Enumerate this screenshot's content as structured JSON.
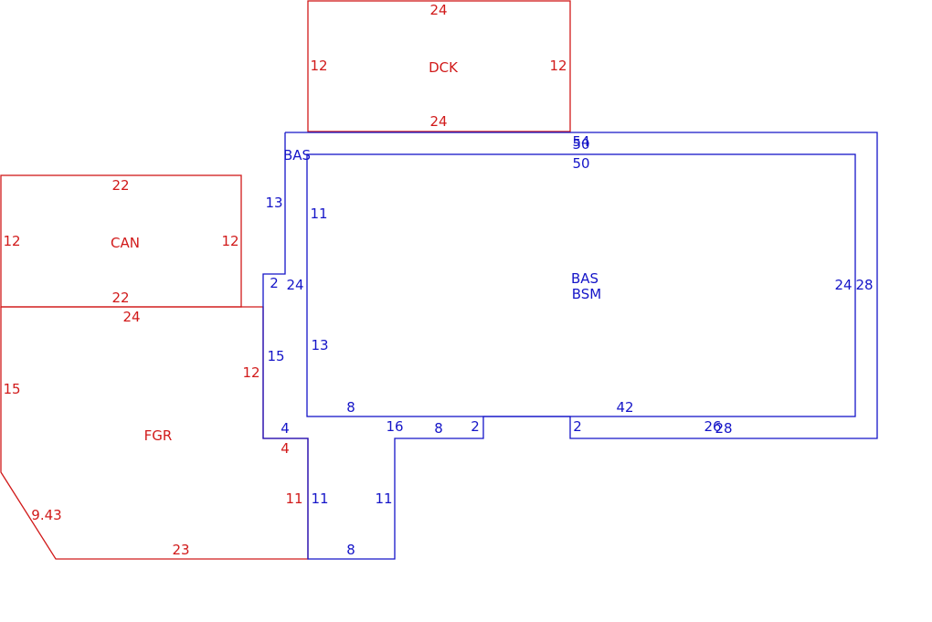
{
  "colors": {
    "exterior": "#d11a1a",
    "building": "#1515c8"
  },
  "areas": {
    "dck": "DCK",
    "can": "CAN",
    "fgr": "FGR",
    "bas_outer": "BAS",
    "bas_inner": "BAS",
    "bsm": "BSM"
  },
  "dck_dims": {
    "top": "24",
    "bottom": "24",
    "left": "12",
    "right": "12"
  },
  "can_dims": {
    "top": "22",
    "bottom": "22",
    "left": "12",
    "right": "12"
  },
  "fgr_dims": {
    "top": "24",
    "left": "15",
    "right": "12",
    "notch": "4",
    "lower_right": "11",
    "diagonal": "9.43",
    "bottom": "23"
  },
  "bas_outer_dims": {
    "top": "54",
    "left_upper": "13",
    "step_top": "2",
    "left_lower": "15",
    "step_bottom": "4",
    "stem_left": "11",
    "stem_bottom": "8",
    "stem_right": "11",
    "bottom_mid": "16",
    "bottom_right": "28",
    "right": "28"
  },
  "bas_inner_dims": {
    "top_a": "50",
    "top_b": "50",
    "left_upper": "11",
    "left_mid": "24",
    "left_lower": "13",
    "bottom_left": "8",
    "bottom_seg": "8",
    "step_a": "2",
    "step_b": "2",
    "bottom_mid": "42",
    "bottom_right": "26",
    "right": "24"
  }
}
